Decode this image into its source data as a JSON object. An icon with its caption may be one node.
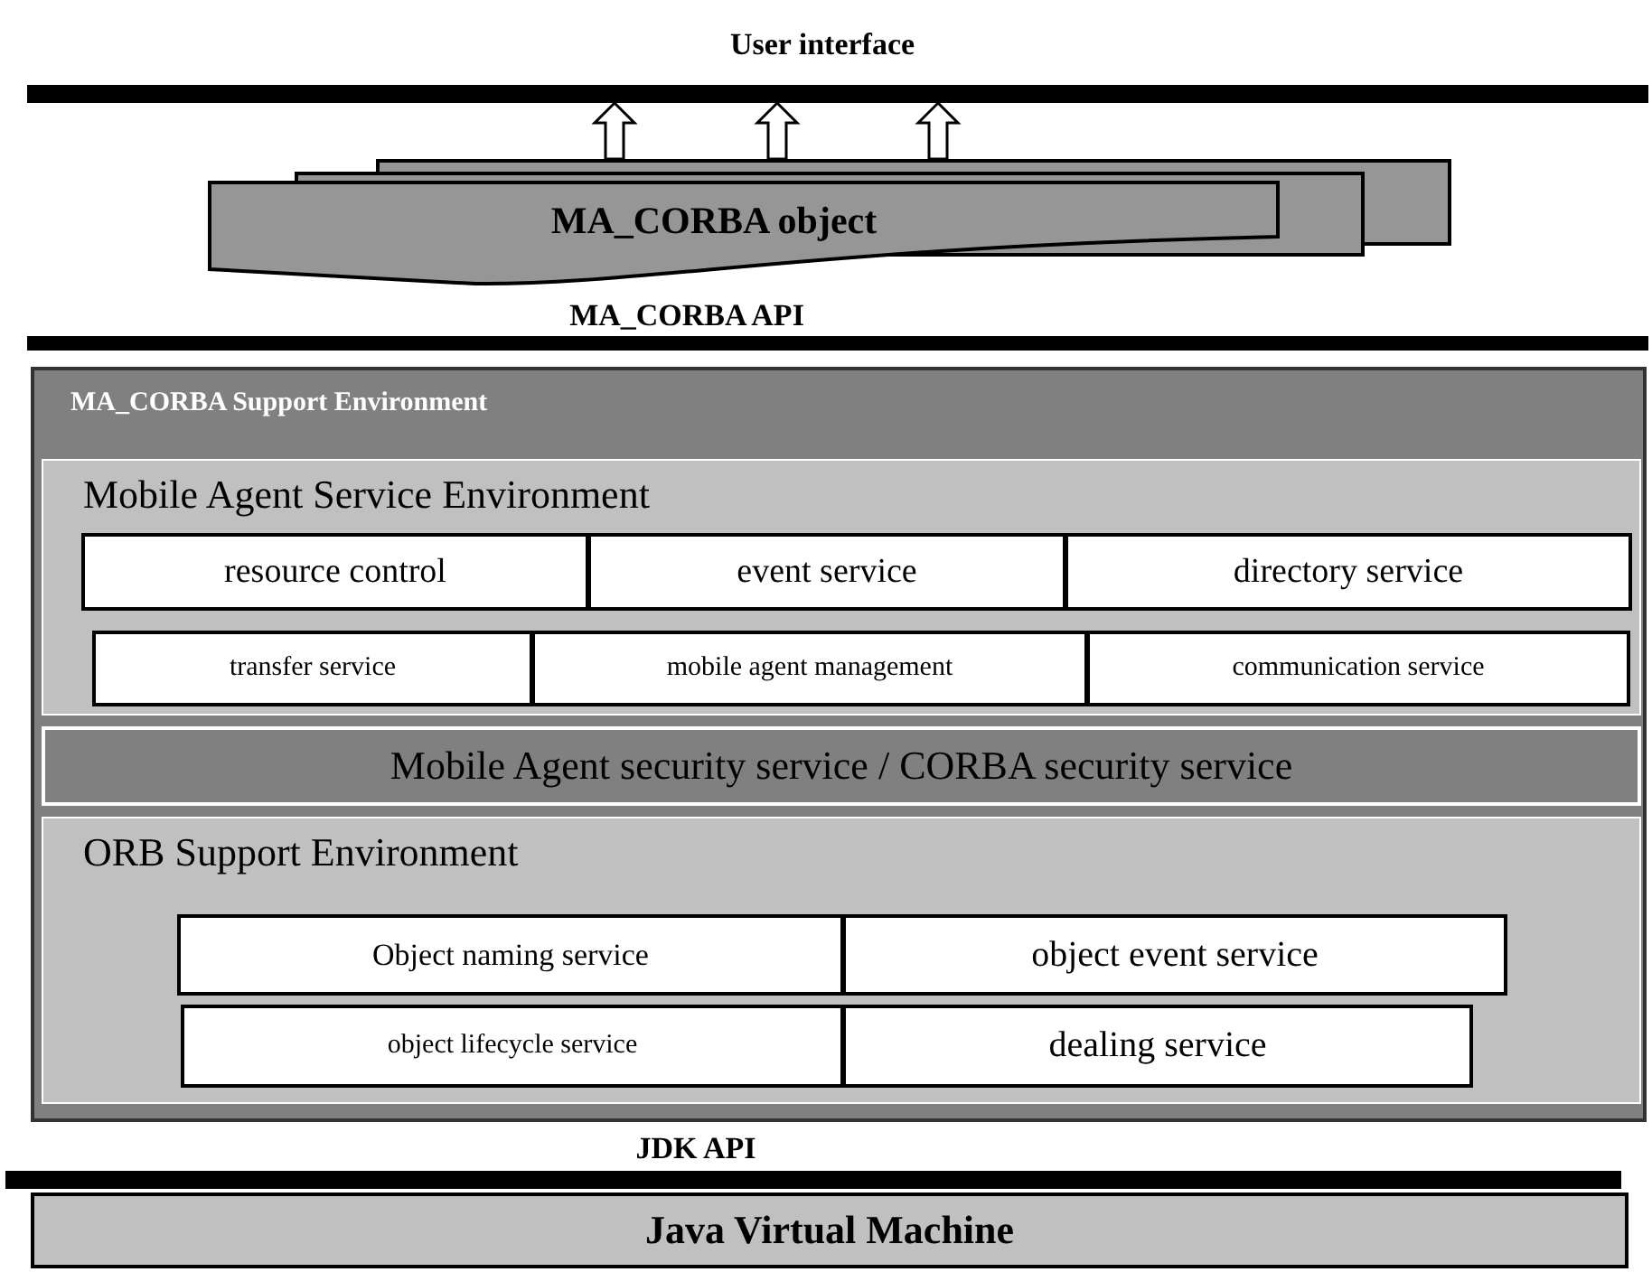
{
  "diagram": {
    "nodes": [
      {
        "text": [],
        "shape": "bar"
      },
      {
        "text": [
          "MA_CORBA object"
        ]
      },
      {
        "text": [
          "MA_CORBA Support Environment"
        ]
      },
      {
        "text": [
          "Mobile Agent Service Environment"
        ],
        "in": 2
      },
      {
        "text": [
          "resource control"
        ],
        "in": 3
      },
      {
        "text": [
          "event service"
        ],
        "in": 3
      },
      {
        "text": [
          "directory service"
        ],
        "in": 3
      },
      {
        "text": [
          "transfer service"
        ],
        "in": 3
      },
      {
        "text": [
          "mobile agent management"
        ],
        "in": 3
      },
      {
        "text": [
          "communication service"
        ],
        "in": 3
      },
      {
        "text": [
          "Mobile Agent security service / CORBA security service"
        ],
        "in": 2
      },
      {
        "text": [
          "ORB Support Environment"
        ],
        "in": 2
      },
      {
        "text": [
          "Object naming service"
        ],
        "in": 11
      },
      {
        "text": [
          "object event service"
        ],
        "in": 11
      },
      {
        "text": [
          "object lifecycle service"
        ],
        "in": 11
      },
      {
        "text": [
          "dealing service"
        ],
        "in": 11
      },
      {
        "text": [
          "Java Virtual Machine"
        ]
      }
    ],
    "edges": [
      {
        "from": 1,
        "to": 0,
        "arrow": "to"
      },
      {
        "from": 1,
        "to": 0,
        "arrow": "to"
      },
      {
        "from": 1,
        "to": 0,
        "arrow": "to"
      }
    ],
    "labels": [
      "User interface",
      "MA_CORBA API",
      "JDK API"
    ]
  }
}
